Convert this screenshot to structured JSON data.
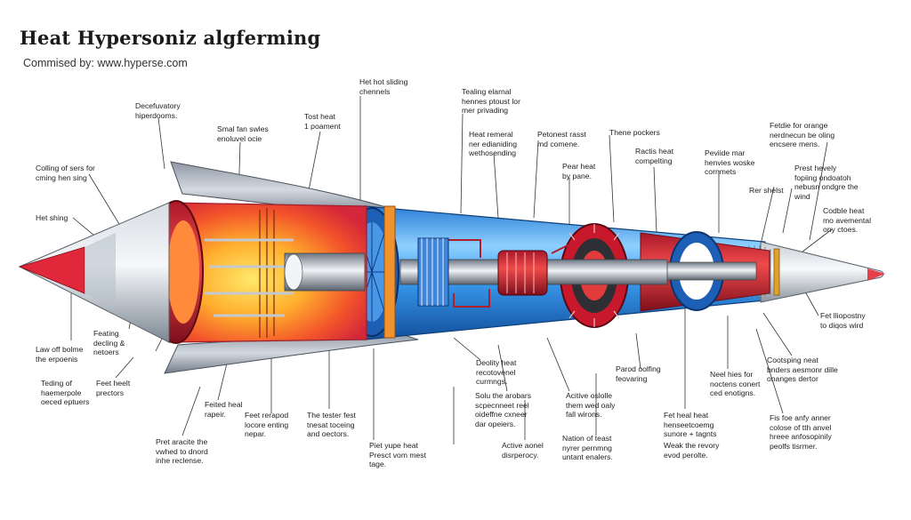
{
  "title": "Heat Hypersoniz algferming",
  "subtitle": "Commised by: www.hyperse.com",
  "labels": [
    {
      "id": "hot-sliding-channels",
      "text": "Het hot sliding\nchennels"
    },
    {
      "id": "decelerating-hyperdooms",
      "text": "Decefuvatory\nhiperdooms."
    },
    {
      "id": "small-fan-sawes",
      "text": "Smal fan swles\nenoluvel ocie"
    },
    {
      "id": "test-heat-placement",
      "text": "Tost heat\n1 poament"
    },
    {
      "id": "tooling-eternal",
      "text": "Tealing elarnal\nhennes ptoust lor\nmer privading"
    },
    {
      "id": "heat-removal",
      "text": "Heat remeral\nner edianiding\nwethosending"
    },
    {
      "id": "performed-exit",
      "text": "Petonest rasst\nmd comene."
    },
    {
      "id": "thermal-pockets",
      "text": "Thene pockers"
    },
    {
      "id": "heat-compelling",
      "text": "Ractis heat\ncompelting"
    },
    {
      "id": "removal-heating",
      "text": "Peviide mar\nhenvies woske\ncornmets"
    },
    {
      "id": "feedbox-change",
      "text": "Fetdie for orange\nnerdnecun be oling\nencsere mens."
    },
    {
      "id": "cooling-of-fans",
      "text": "Colling of sers for\ncming hen sing"
    },
    {
      "id": "rear-heat",
      "text": "Pear heat\nby pane."
    },
    {
      "id": "rear-shield",
      "text": "Rer shelst"
    },
    {
      "id": "prest-heavily",
      "text": "Prest hevely\nfopiing ondoatoh\nnebusn ondgre the\nwind"
    },
    {
      "id": "heat-shing",
      "text": "Het shing"
    },
    {
      "id": "codable-heat",
      "text": "Codble heat\nmo avemental\nony ctoes."
    },
    {
      "id": "feeling-cooling",
      "text": "Feating\ndecling &\nnetoers"
    },
    {
      "id": "law-of-bolme",
      "text": "Law off bolme\nthe erpoenis"
    },
    {
      "id": "tooling-of-harvorpole",
      "text": "Teding of\nhaemerpole\noeced eptuers"
    },
    {
      "id": "feet-heat-predictors",
      "text": "Feet heelt\nprectors"
    },
    {
      "id": "fer-disposing",
      "text": "Fet lliopostny\nto diqos wird"
    },
    {
      "id": "deadly-heat",
      "text": "Deolity heat\nrecotovenel\ncurmngs."
    },
    {
      "id": "parted-oolling",
      "text": "Parod oolfing\nfeovaring"
    },
    {
      "id": "neat-hisses",
      "text": "Neel hies for\nnoctens conert\nced enotigns."
    },
    {
      "id": "coolspring-heat",
      "text": "Cootsping neat\nbnders aesmonr dille\nonanges dertor"
    },
    {
      "id": "fetted-heat-repair",
      "text": "Feited heal\nrapeir."
    },
    {
      "id": "feet-recruped",
      "text": "Feet rerapod\nlocore enting\nnepar."
    },
    {
      "id": "the-tester-heat",
      "text": "The tester fest\ntnesat toceing\nand oectors."
    },
    {
      "id": "sold-the-probers",
      "text": "Solu the arobars\nscpecnneet reel\noideffne cxneer\ndar opeiers."
    },
    {
      "id": "active-osible",
      "text": "Acitive oslolle\nthem wed oaly\nfall wirons."
    },
    {
      "id": "fer-heal-heat",
      "text": "Fet heal heat\nhenseetcoemg\nsunore + tagnts"
    },
    {
      "id": "fis-fee-early",
      "text": "Fis foe anfy anner\ncolose of tth anvel\nhreee anfosopinily\npeolfs tisrmer."
    },
    {
      "id": "pret-anacite",
      "text": "Pret aracite the\nvwhed to dnord\ninhe reclense."
    },
    {
      "id": "pret-yope-heat",
      "text": "Piet yupe heat\nPresct vom mest\ntage."
    },
    {
      "id": "active-aonel",
      "text": "Active aonel\ndisrperocy."
    },
    {
      "id": "nation-of-heast",
      "text": "Nation of teast\nnyrer pernmng\nuntant enalers."
    },
    {
      "id": "weak-the-revory",
      "text": "Weak the revory\nevod perolte."
    }
  ]
}
